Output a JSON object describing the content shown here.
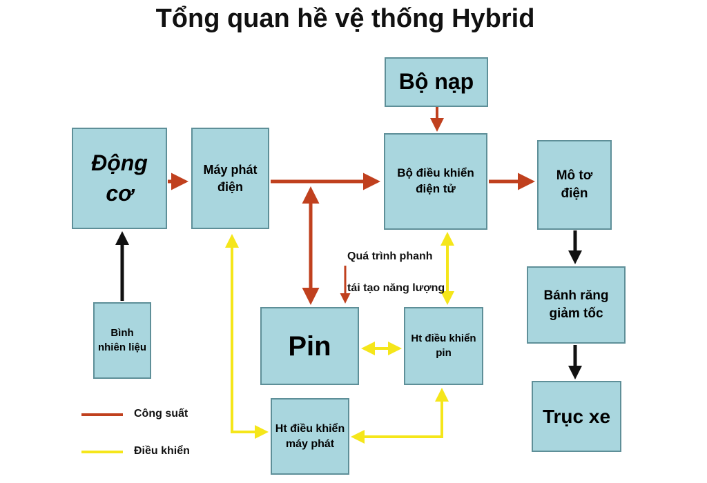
{
  "title": "Tổng quan hề vệ thống Hybrid",
  "colors": {
    "power": "#c0401e",
    "control": "#f5e61a",
    "mechanical": "#111111",
    "box_fill": "#a9d6de"
  },
  "boxes": {
    "bo_nap": "Bộ nạp",
    "dong_co": "Động cơ",
    "may_phat_dien": "Máy phát điện",
    "bo_dieu_khien": "Bộ điều khiển điện tử",
    "mo_to_dien": "Mô tơ điện",
    "pin": "Pin",
    "ht_dieu_khien_pin": "Ht điều khiển pin",
    "banh_rang": "Bánh răng giảm tốc",
    "truc_xe": "Trục xe",
    "binh_nhien_lieu": "Bình nhiên liệu",
    "ht_dieu_khien_may_phat": "Ht điều khiển máy phát"
  },
  "annotation": {
    "line1": "Quá trình phanh",
    "line2": "tái tạo năng lượng"
  },
  "legend": {
    "power": "Công suất",
    "control": "Điều khiển"
  }
}
